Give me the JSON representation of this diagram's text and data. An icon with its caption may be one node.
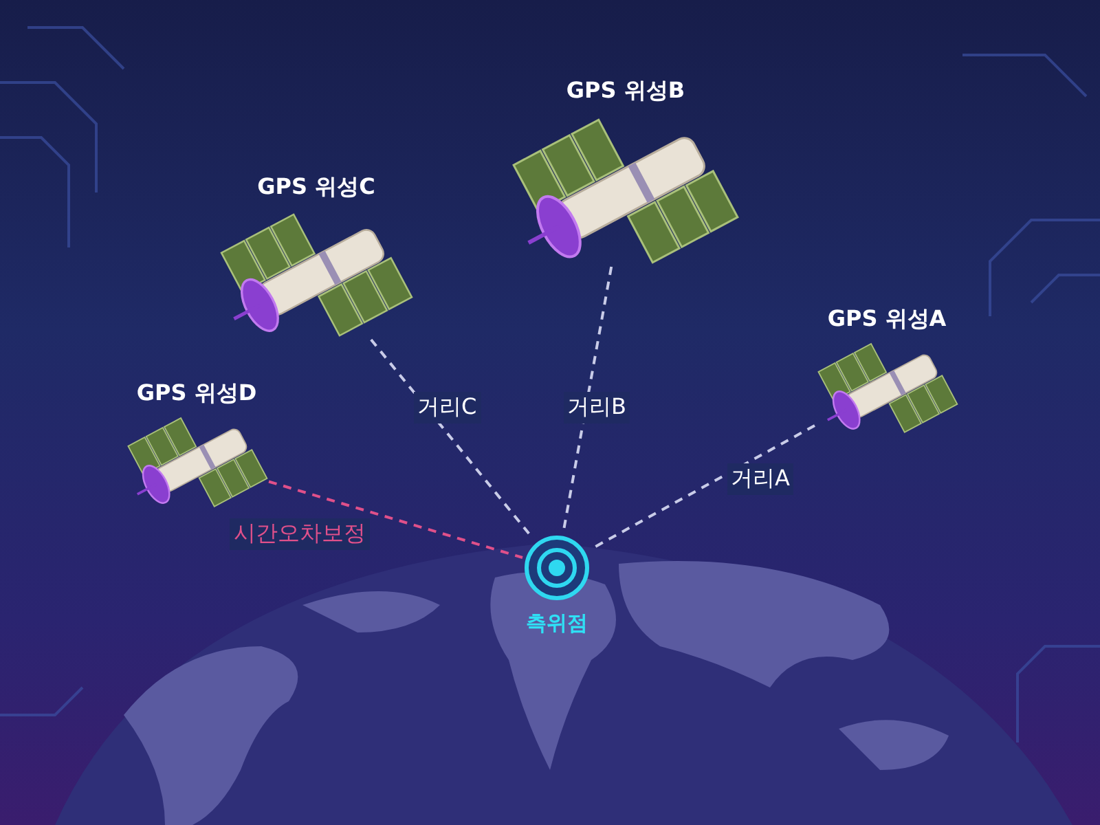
{
  "diagram": {
    "nodes": [
      {
        "text": [
          "GPS 위성B"
        ]
      },
      {
        "text": [
          "GPS 위성C"
        ]
      },
      {
        "text": [
          "GPS 위성A"
        ]
      },
      {
        "text": [
          "GPS 위성D"
        ]
      },
      {
        "text": [
          "측위점"
        ]
      }
    ],
    "edges": [
      {
        "from": 2,
        "to": 4,
        "arrow": "none",
        "label": "거리A",
        "style": "dashed"
      },
      {
        "from": 0,
        "to": 4,
        "arrow": "none",
        "label": "거리B",
        "style": "dashed"
      },
      {
        "from": 1,
        "to": 4,
        "arrow": "none",
        "label": "거리C",
        "style": "dashed"
      },
      {
        "from": 3,
        "to": 4,
        "arrow": "none",
        "label": "시간오차보정",
        "style": "dashed",
        "color": "#e0508a"
      }
    ]
  }
}
